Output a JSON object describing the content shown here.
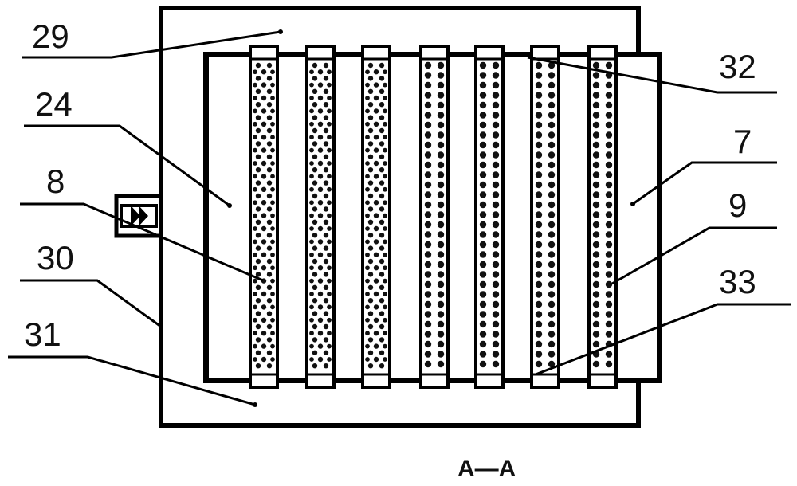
{
  "diagram": {
    "labels": {
      "l29": "29",
      "l24": "24",
      "l8": "8",
      "l30": "30",
      "l31": "31",
      "l32": "32",
      "l7": "7",
      "l9": "9",
      "l33": "33"
    },
    "section_label": "A—A",
    "colors": {
      "line": "#000000",
      "dot": "#111111",
      "background": "#ffffff"
    }
  }
}
